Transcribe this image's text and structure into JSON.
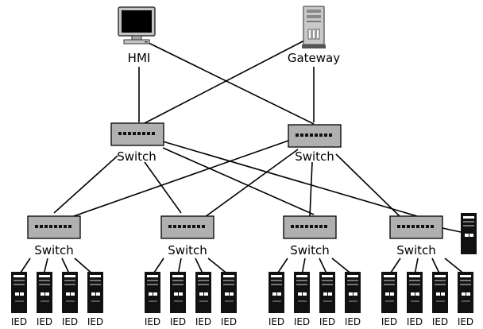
{
  "nodes": {
    "hmi": {
      "label": "HMI"
    },
    "gateway": {
      "label": "Gateway"
    },
    "core_switches": [
      {
        "label": "Switch"
      },
      {
        "label": "Switch"
      }
    ],
    "access_switches": [
      {
        "label": "Switch",
        "ieds": [
          "IED",
          "IED",
          "IED",
          "IED"
        ]
      },
      {
        "label": "Switch",
        "ieds": [
          "IED",
          "IED",
          "IED",
          "IED"
        ]
      },
      {
        "label": "Switch",
        "ieds": [
          "IED",
          "IED",
          "IED",
          "IED"
        ]
      },
      {
        "label": "Switch",
        "ieds": [
          "IED",
          "IED",
          "IED",
          "IED"
        ]
      }
    ]
  },
  "icons": {
    "hmi": "monitor-icon",
    "gateway": "server-tower-icon",
    "switch": "network-switch-icon",
    "ied": "ied-device-icon",
    "extra_server": "server-icon"
  }
}
